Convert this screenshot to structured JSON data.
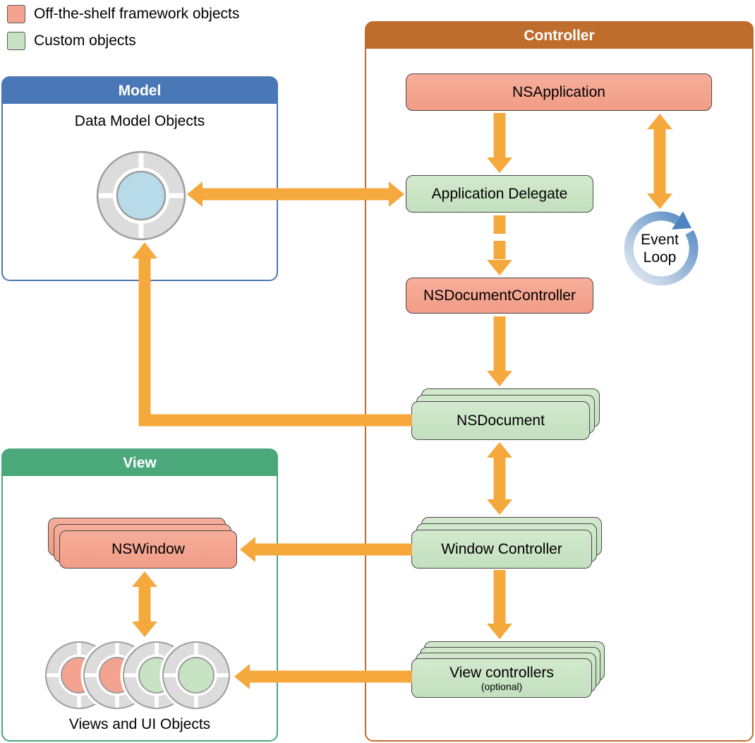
{
  "legend": {
    "items": [
      {
        "label": "Off-the-shelf framework objects",
        "color": "#f3a390"
      },
      {
        "label": "Custom objects",
        "color": "#c8e3c4"
      }
    ]
  },
  "panels": {
    "model": {
      "title": "Model",
      "data_model_label": "Data Model Objects"
    },
    "view": {
      "title": "View",
      "nswindow": "NSWindow",
      "views_label": "Views and UI Objects"
    },
    "controller": {
      "title": "Controller",
      "nsapplication": "NSApplication",
      "application_delegate": "Application Delegate",
      "nsdocument_controller": "NSDocumentController",
      "nsdocument": "NSDocument",
      "window_controller": "Window Controller",
      "view_controllers": "View controllers",
      "view_controllers_note": "(optional)",
      "event_loop": {
        "line1": "Event",
        "line2": "Loop"
      }
    }
  },
  "icons": {
    "event_loop": "circular-arrow-loop",
    "data_model_object": "segmented-circle-object",
    "ui_objects": "segmented-circle-objects"
  },
  "colors": {
    "framework_fill": "#f3a390",
    "custom_fill": "#c8e3c4",
    "arrow": "#f5a83c",
    "model_header": "#4a77b5",
    "view_header": "#4aa87a",
    "controller_header": "#bf6d2d",
    "data_model_center": "#b7dbe9",
    "event_loop_blue": "#4e84c1"
  }
}
